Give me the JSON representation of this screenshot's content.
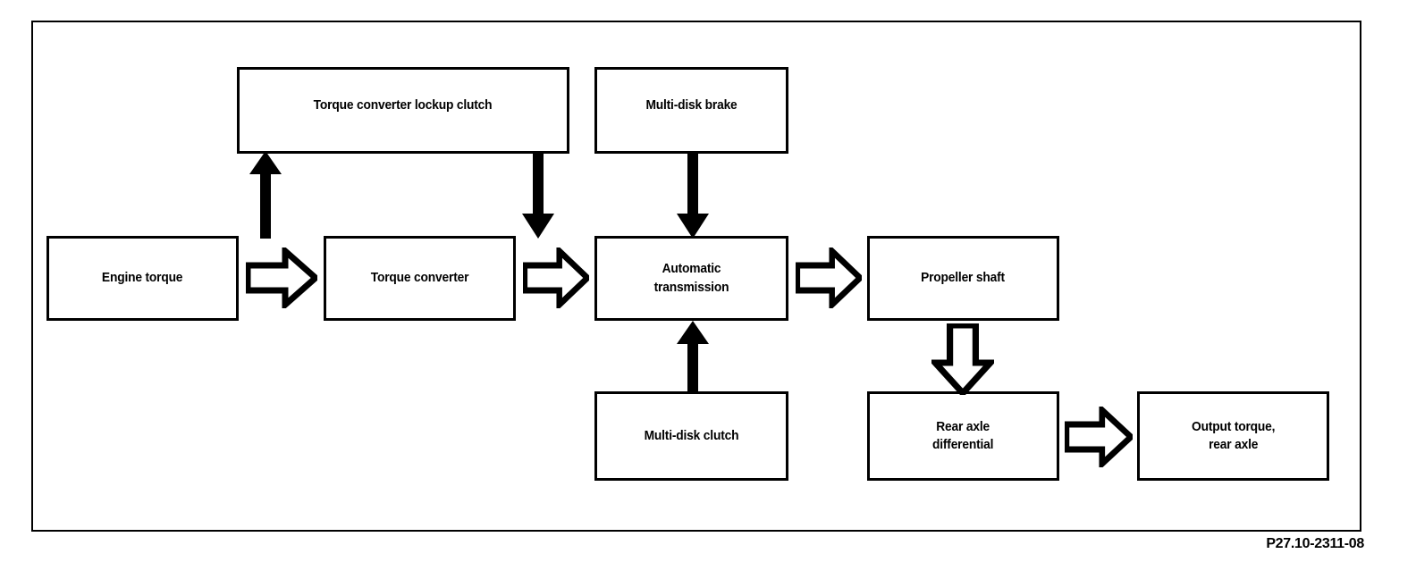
{
  "diagram": {
    "caption": "P27.10-2311-08",
    "nodes": [
      {
        "id": "torque-converter-lockup-clutch",
        "label": "Torque converter lockup clutch"
      },
      {
        "id": "multi-disk-brake",
        "label": "Multi-disk brake"
      },
      {
        "id": "engine-torque",
        "label": "Engine torque"
      },
      {
        "id": "torque-converter",
        "label": "Torque converter"
      },
      {
        "id": "automatic-transmission",
        "label": "Automatic\ntransmission"
      },
      {
        "id": "propeller-shaft",
        "label": "Propeller shaft"
      },
      {
        "id": "multi-disk-clutch",
        "label": "Multi-disk clutch"
      },
      {
        "id": "rear-axle-differential",
        "label": "Rear axle\ndifferential"
      },
      {
        "id": "output-torque-rear-axle",
        "label": "Output torque,\nrear axle"
      }
    ],
    "connections": [
      {
        "id": "engine-to-converter",
        "style": "hollow",
        "direction": "right",
        "from": "engine-torque",
        "to": "torque-converter"
      },
      {
        "id": "converter-to-transmission",
        "style": "hollow",
        "direction": "right",
        "from": "torque-converter",
        "to": "automatic-transmission"
      },
      {
        "id": "transmission-to-propeller",
        "style": "hollow",
        "direction": "right",
        "from": "automatic-transmission",
        "to": "propeller-shaft"
      },
      {
        "id": "propeller-to-rear-axle",
        "style": "hollow",
        "direction": "down",
        "from": "propeller-shaft",
        "to": "rear-axle-differential"
      },
      {
        "id": "differential-to-output",
        "style": "hollow",
        "direction": "right",
        "from": "rear-axle-differential",
        "to": "output-torque-rear-axle"
      },
      {
        "id": "converter-to-lockup-clutch",
        "style": "solid",
        "direction": "up",
        "from": "torque-converter",
        "to": "torque-converter-lockup-clutch"
      },
      {
        "id": "lockup-clutch-to-converter-out",
        "style": "solid",
        "direction": "down",
        "from": "torque-converter-lockup-clutch",
        "to": "torque-converter"
      },
      {
        "id": "brake-to-transmission",
        "style": "solid",
        "direction": "down",
        "from": "multi-disk-brake",
        "to": "automatic-transmission"
      },
      {
        "id": "clutch-to-transmission",
        "style": "solid",
        "direction": "up",
        "from": "multi-disk-clutch",
        "to": "automatic-transmission"
      }
    ],
    "colors": {
      "line": "#000000",
      "fill": "#ffffff",
      "background": "#ffffff"
    }
  }
}
